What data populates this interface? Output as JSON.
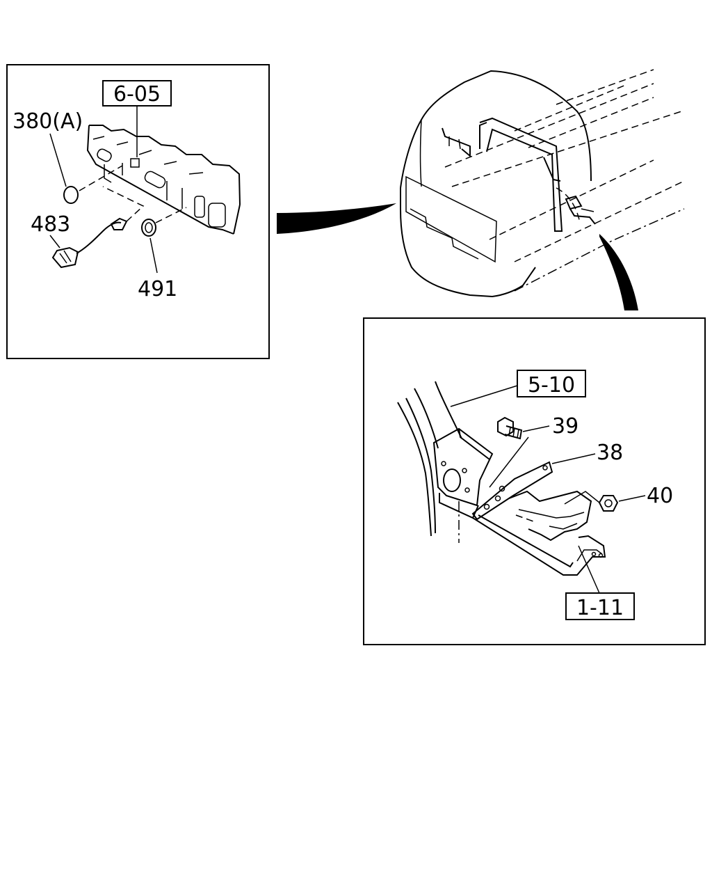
{
  "detail_top_left": {
    "reference_box": "6-05",
    "callouts": [
      "380(A)",
      "483",
      "491"
    ]
  },
  "detail_bottom_right": {
    "reference_boxes": [
      "5-10",
      "1-11"
    ],
    "callouts": [
      "39",
      "38",
      "40"
    ]
  }
}
